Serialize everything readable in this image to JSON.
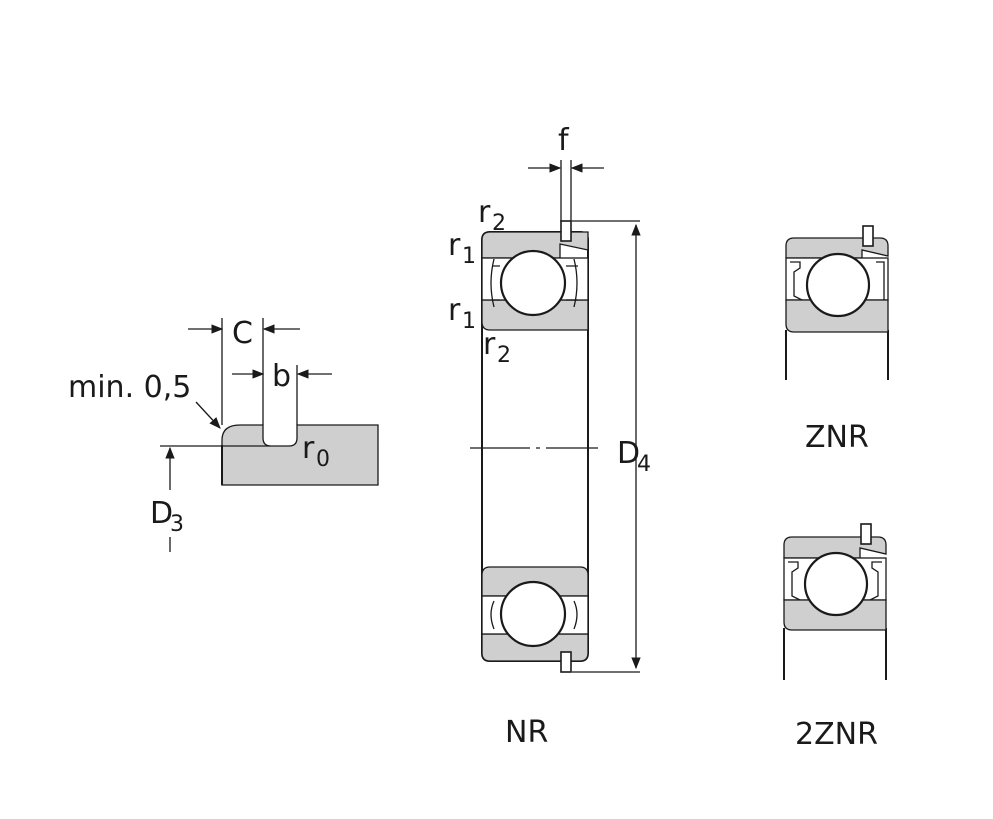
{
  "groove_detail": {
    "dim_C": "C",
    "dim_b": "b",
    "min_note": "min. 0,5",
    "radius_r": "r",
    "radius_r_sub": "0",
    "dim_D": "D",
    "dim_D_sub": "3"
  },
  "nr_bearing": {
    "dim_f": "f",
    "r2_top": "r",
    "r2_top_sub": "2",
    "r1_top": "r",
    "r1_top_sub": "1",
    "r1_mid": "r",
    "r1_mid_sub": "1",
    "r2_mid": "r",
    "r2_mid_sub": "2",
    "dim_D": "D",
    "dim_D_sub": "4",
    "caption": "NR"
  },
  "znr_bearing": {
    "caption": "ZNR"
  },
  "two_znr_bearing": {
    "caption": "2ZNR"
  }
}
